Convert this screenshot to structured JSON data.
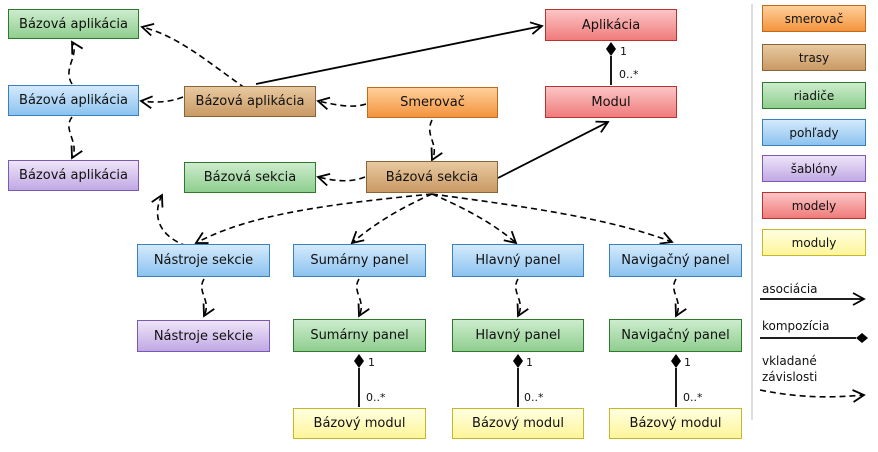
{
  "nodes": {
    "base_app_ctrl": "Bázová aplikácia",
    "base_app_view": "Bázová aplikácia",
    "base_app_tmpl": "Bázová aplikácia",
    "base_app_route": "Bázová aplikácia",
    "router": "Smerovač",
    "app_model": "Aplikácia",
    "module_model": "Modul",
    "base_section_ctrl": "Bázová sekcia",
    "base_section_route": "Bázová sekcia",
    "tools_view": "Nástroje sekcie",
    "tools_tmpl": "Nástroje sekcie",
    "summary_view": "Sumárny panel",
    "summary_ctrl": "Sumárny panel",
    "summary_module": "Bázový modul",
    "main_view": "Hlavný panel",
    "main_ctrl": "Hlavný panel",
    "main_module": "Bázový modul",
    "nav_view": "Navigačný panel",
    "nav_ctrl": "Navigačný panel",
    "nav_module": "Bázový modul"
  },
  "multiplicity": {
    "one": "1",
    "many": "0..*"
  },
  "legend": {
    "categories": [
      "smerovač",
      "trasy",
      "riadiče",
      "pohľady",
      "šablóny",
      "modely",
      "moduly"
    ],
    "association": "asociácia",
    "composition": "kompozícia",
    "embedded_line1": "vkladané",
    "embedded_line2": "závislosti"
  }
}
